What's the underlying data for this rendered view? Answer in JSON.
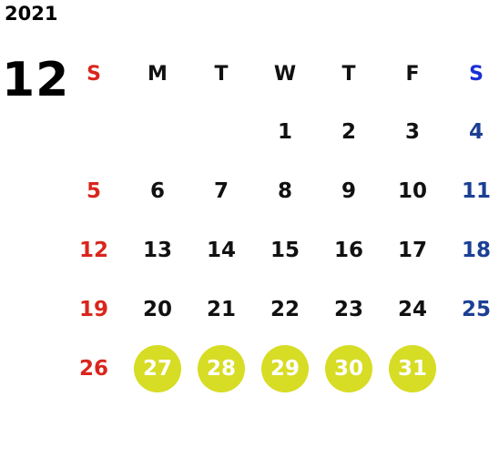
{
  "calendar": {
    "year": "2021",
    "month": "12",
    "weekdays": [
      "S",
      "M",
      "T",
      "W",
      "T",
      "F",
      "S"
    ],
    "weeks": [
      [
        "",
        "",
        "",
        "1",
        "2",
        "3",
        "4"
      ],
      [
        "5",
        "6",
        "7",
        "8",
        "9",
        "10",
        "11"
      ],
      [
        "12",
        "13",
        "14",
        "15",
        "16",
        "17",
        "18"
      ],
      [
        "19",
        "20",
        "21",
        "22",
        "23",
        "24",
        "25"
      ],
      [
        "26",
        "27",
        "28",
        "29",
        "30",
        "31",
        ""
      ]
    ],
    "highlighted_days": [
      "27",
      "28",
      "29",
      "30",
      "31"
    ]
  },
  "colors": {
    "sunday": "#d9261c",
    "saturday": "#1b3f94",
    "highlight": "#d7dc25"
  }
}
